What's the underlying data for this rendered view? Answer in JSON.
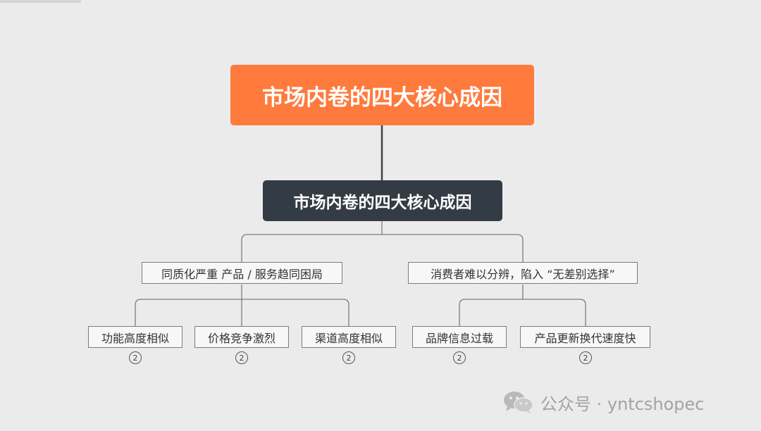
{
  "root": {
    "label": "市场内卷的四大核心成因"
  },
  "center": {
    "label": "市场内卷的四大核心成因"
  },
  "branches": [
    {
      "label": "同质化严重  产品 / 服务趋同困局",
      "children": [
        {
          "label": "功能高度相似",
          "badge": "2"
        },
        {
          "label": "价格竞争激烈",
          "badge": "2"
        },
        {
          "label": "渠道高度相似",
          "badge": "2"
        }
      ]
    },
    {
      "label": "消费者难以分辨，陷入 “无差别选择”",
      "children": [
        {
          "label": "品牌信息过载",
          "badge": "2"
        },
        {
          "label": "产品更新换代速度快",
          "badge": "2"
        }
      ]
    }
  ],
  "watermark": {
    "icon": "wechat-icon",
    "text": "公众号 · yntcshopec"
  },
  "colors": {
    "background": "#ebebeb",
    "root_fill": "#ff7a3d",
    "center_fill": "#333c45",
    "node_fill": "#f7f7f7",
    "line": "#7c7c7c"
  }
}
